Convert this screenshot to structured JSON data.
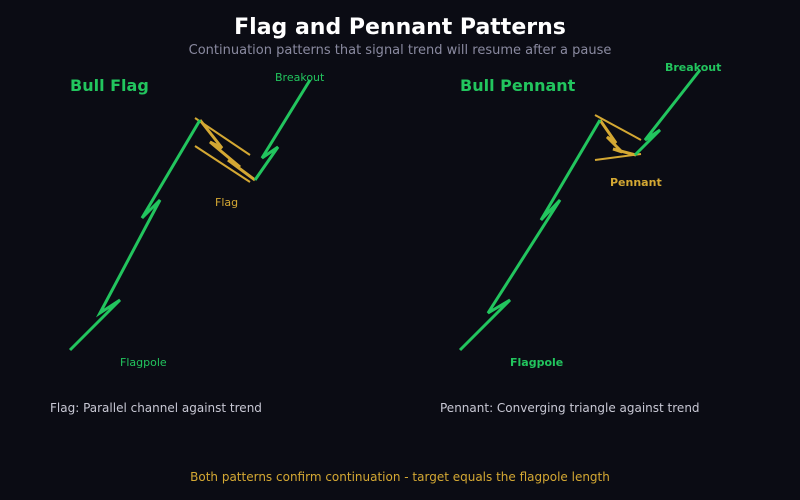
{
  "header": {
    "title": "Flag and Pennant Patterns",
    "subtitle": "Continuation patterns that signal trend will resume after a pause"
  },
  "colors": {
    "background": "#0b0c14",
    "trend": "#22c55e",
    "consolidation": "#d4a833",
    "description": "#c8c8d4",
    "subtitle": "#8a8aa0"
  },
  "panels": [
    {
      "title": "Bull Flag",
      "labels": {
        "breakout": "Breakout",
        "pattern": "Flag",
        "flagpole": "Flagpole"
      },
      "description": "Flag: Parallel channel against trend"
    },
    {
      "title": "Bull Pennant",
      "labels": {
        "breakout": "Breakout",
        "pattern": "Pennant",
        "flagpole": "Flagpole"
      },
      "description": "Pennant: Converging triangle against trend"
    }
  ],
  "footer": "Both patterns confirm continuation - target equals the flagpole length"
}
